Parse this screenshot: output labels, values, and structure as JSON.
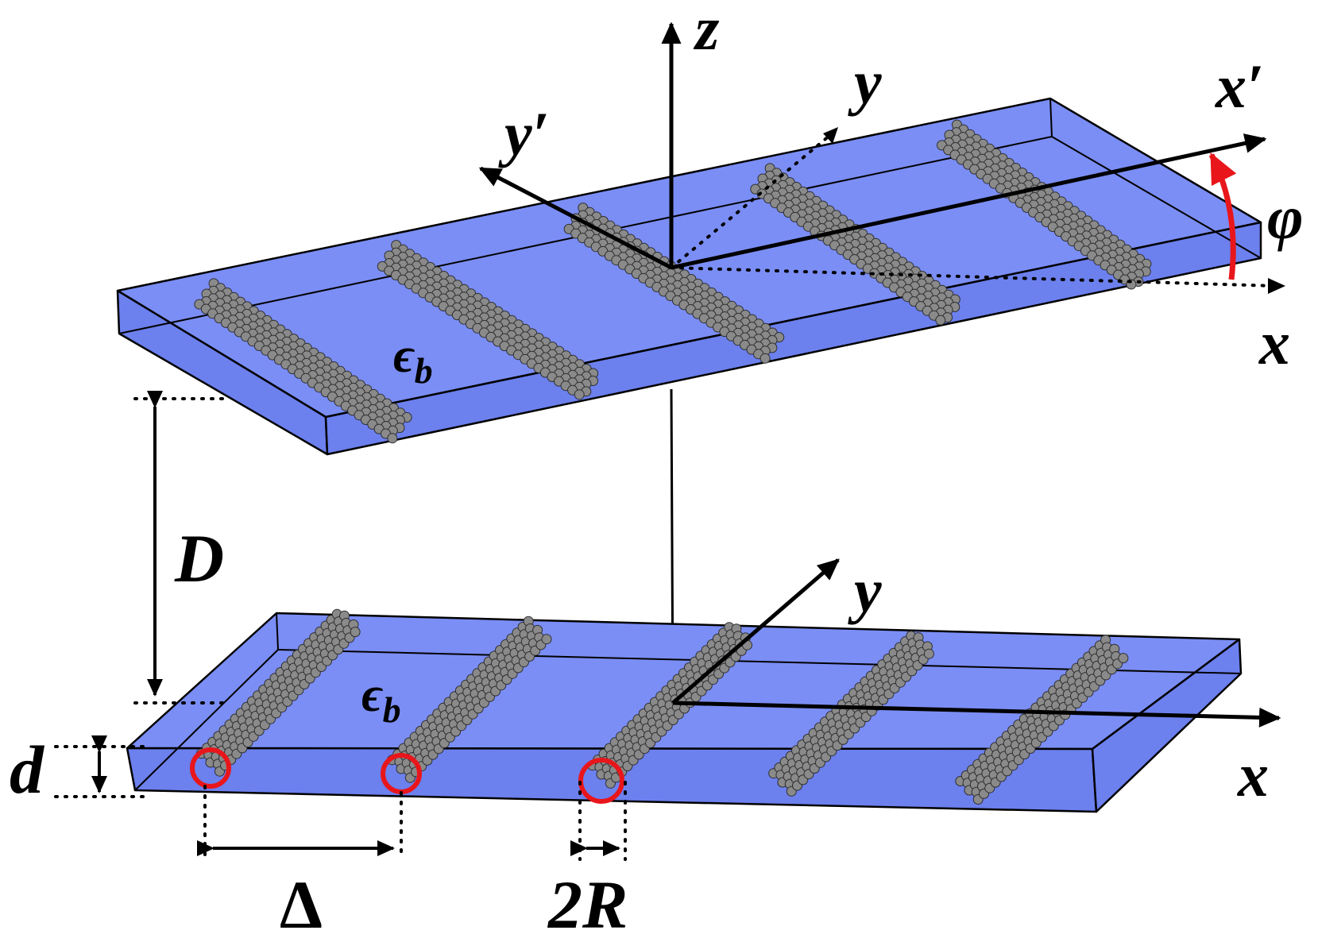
{
  "figure": {
    "labels": {
      "z_axis": "z",
      "y_prime_axis": "y′",
      "y_top_axis": "y",
      "x_prime_axis": "x′",
      "x_top_axis": "x",
      "phi_angle": "φ",
      "eps_top": "ϵ",
      "eps_top_sub": "b",
      "separation": "D",
      "y_bottom_axis": "y",
      "eps_bottom": "ϵ",
      "eps_bottom_sub": "b",
      "thickness": "d",
      "x_bottom_axis": "x",
      "period": "Δ",
      "diameter": "2R"
    },
    "colors": {
      "slab": "#7b8ef5",
      "atoms": "#8a8a8a",
      "rotation_arrow": "#e8161b",
      "rings": "#e8161b"
    },
    "top_layer": {
      "nanotube_count": 5
    },
    "bottom_layer": {
      "nanotube_count": 5
    }
  }
}
